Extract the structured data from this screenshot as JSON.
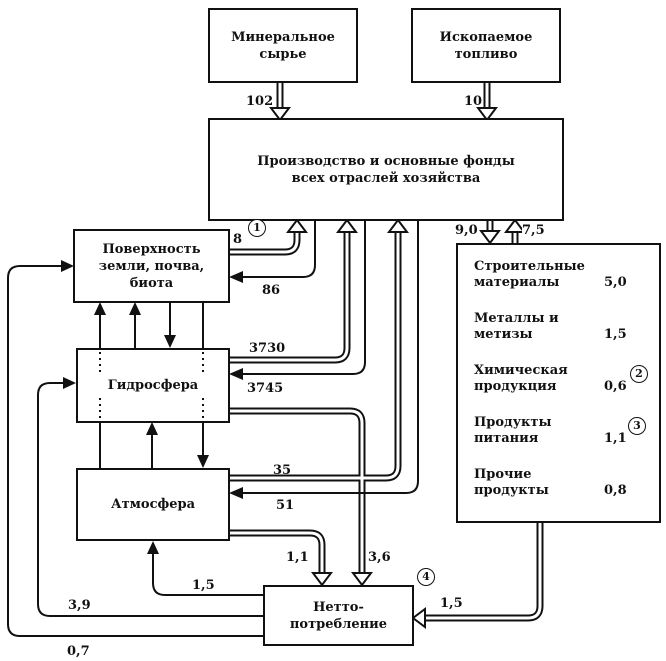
{
  "boxes": {
    "mineral": "Минеральное сырье",
    "fuel": "Ископаемое топливо",
    "production": "Производство и основные фонды всех отраслей хозяйства",
    "surface": "Поверхность земли, почва, биота",
    "hydrosphere": "Гидросфера",
    "atmosphere": "Атмосфера",
    "net_consumption": "Нетто-потребление"
  },
  "products": [
    {
      "name": "Строительные материалы",
      "value": "5,0"
    },
    {
      "name": "Металлы и метизы",
      "value": "1,5"
    },
    {
      "name": "Химическая продукция",
      "value": "0,6",
      "marker": "2"
    },
    {
      "name": "Продукты питания",
      "value": "1,1",
      "marker": "3"
    },
    {
      "name": "Прочие продукты",
      "value": "0,8"
    }
  ],
  "flows": {
    "mineral_to_production": "102",
    "fuel_to_production": "10",
    "surface_to_production": "8",
    "production_to_surface": "86",
    "hydro_to_production": "3730",
    "production_to_hydro": "3745",
    "atmos_to_production": "35",
    "production_to_atmos": "51",
    "production_to_products": "9,0",
    "products_to_production": "7,5",
    "hydro_to_net": "3,6",
    "atmos_to_net": "1,1",
    "net_to_atmos": "1,5",
    "net_to_hydro": "3,9",
    "net_to_surface": "0,7",
    "products_to_net": "1,5"
  },
  "markers": {
    "m1": "1",
    "m4": "4"
  }
}
